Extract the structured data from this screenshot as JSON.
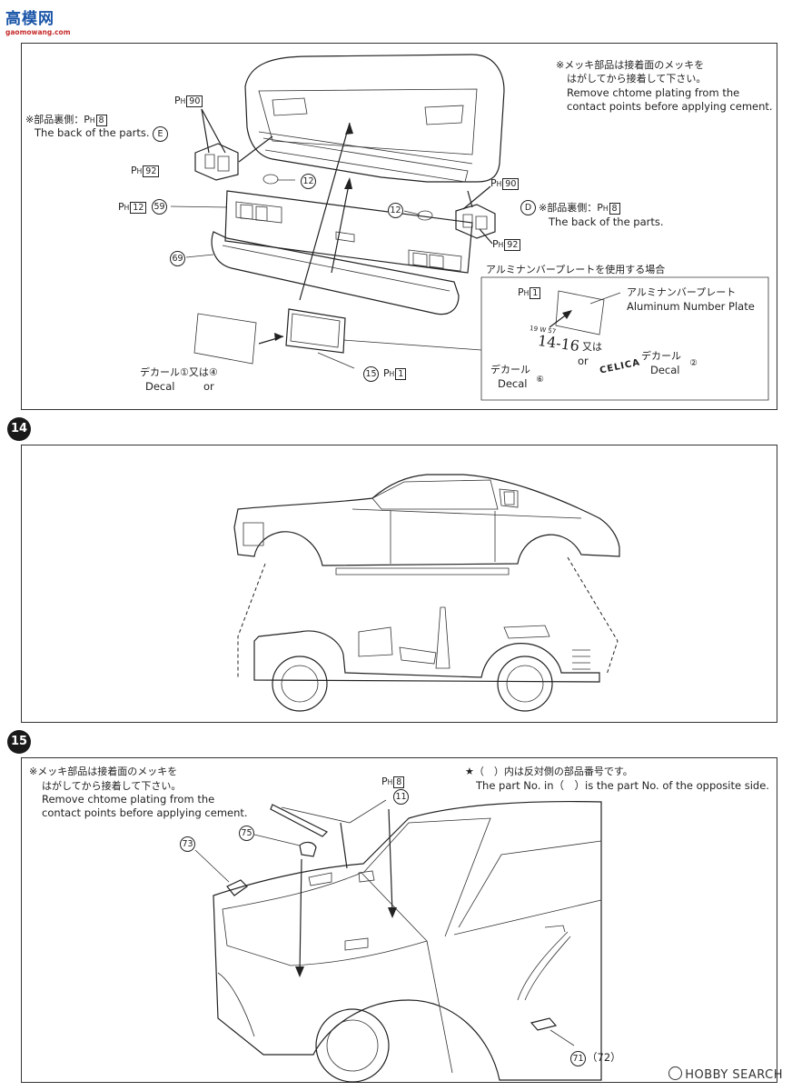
{
  "site_logo": {
    "name": "高模网",
    "url_text": "gaomowang.com"
  },
  "step14": "14",
  "step15": "15",
  "panel_top": {
    "chrome_note_jp_1": "※メッキ部品は接着面のメッキを",
    "chrome_note_jp_2": "はがしてから接着して下さい。",
    "chrome_note_en_1": "Remove chtome plating from the",
    "chrome_note_en_2": "contact points before applying cement.",
    "back_left_jp": "※部品裏側：",
    "back_left_ph": "8",
    "back_left_en": "The back of the parts.",
    "back_right_jp": "※部品裏側：",
    "back_right_ph": "8",
    "back_right_en": "The back of the parts.",
    "letter_e": "E",
    "letter_d": "D",
    "ph90_left": "90",
    "ph92_left": "92",
    "ph90_right": "90",
    "ph92_right": "92",
    "ph12": "12",
    "part12_a": "12",
    "part12_b": "12",
    "part59": "59",
    "part69": "69",
    "part15": "15",
    "ph1_bottom": "1",
    "decal_left_jp": "デカール",
    "decal_left_parts": "①又は④",
    "decal_left_en": "Decal",
    "decal_left_or": "or",
    "alu_title": "アルミナンバープレートを使用する場合",
    "alu_ph": "1",
    "alu_label_jp": "アルミナンバープレート",
    "alu_label_en": "Aluminum Number Plate",
    "plate_small": "19 W 57",
    "plate_big": "14-16",
    "or_jp": "又は",
    "or_en": "or",
    "decal6_jp": "デカール",
    "decal6_en": "Decal",
    "decal6_num": "⑥",
    "celica": "CELICA",
    "decal2_jp": "デカール",
    "decal2_en": "Decal",
    "decal2_num": "②"
  },
  "panel_bottom": {
    "chrome_note_jp_1": "※メッキ部品は接着面のメッキを",
    "chrome_note_jp_2": "はがしてから接着して下さい。",
    "chrome_note_en_1": "Remove chtome plating from the",
    "chrome_note_en_2": "contact points before applying cement.",
    "star_note_jp": "★（　）内は反対側の部品番号です。",
    "star_note_en": "The part No. in（　）is the part No. of the opposite side.",
    "ph8": "8",
    "part11": "11",
    "part75": "75",
    "part73": "73",
    "part71": "71",
    "part72": "（72）"
  },
  "watermark": "HOBBY SEARCH"
}
